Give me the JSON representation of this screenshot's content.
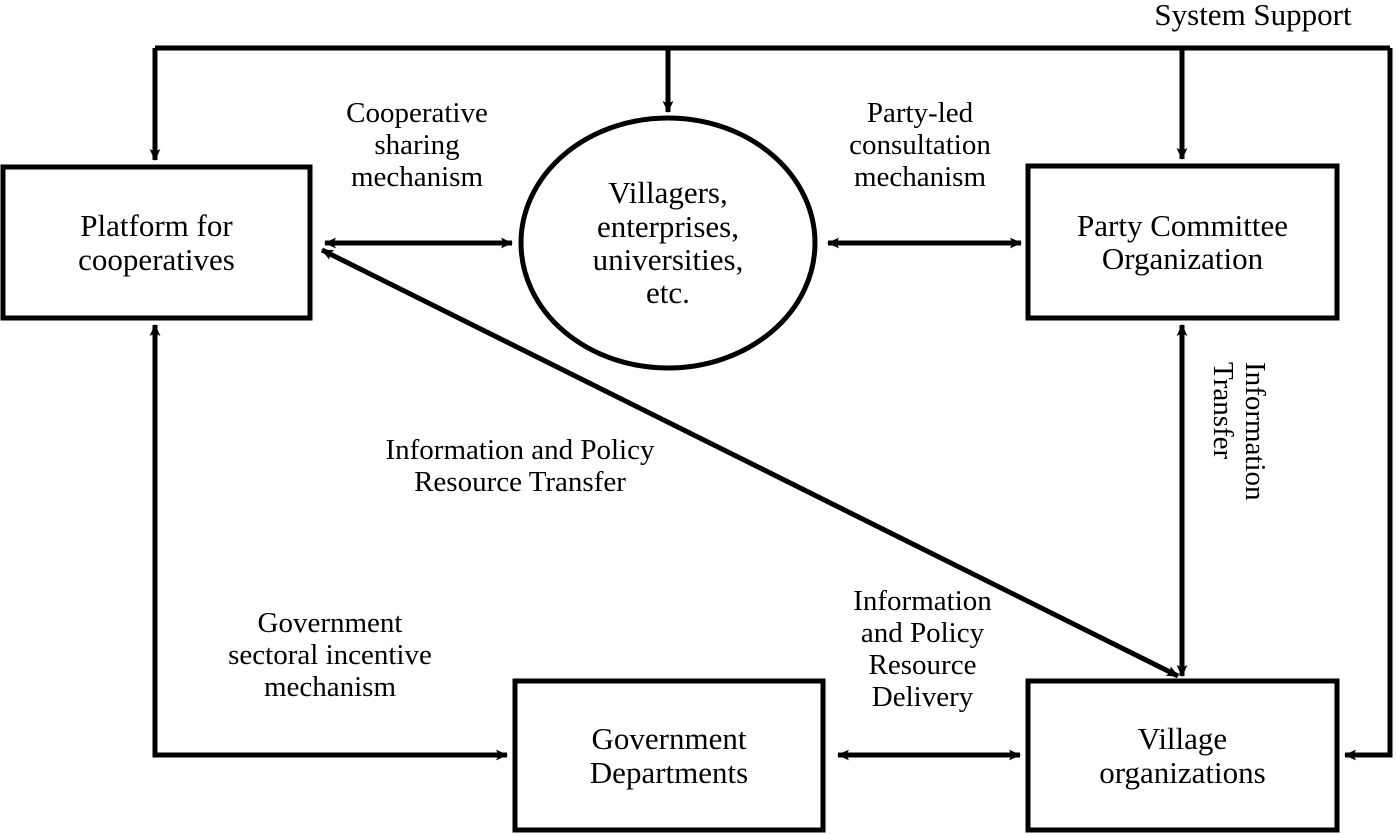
{
  "diagram": {
    "title": "System Support",
    "nodes": [
      {
        "id": "platform",
        "shape": "rect",
        "label": "Platform for\ncooperatives"
      },
      {
        "id": "stakeholders",
        "shape": "ellipse",
        "label": "Villagers,\nenterprises,\nuniversities,\netc."
      },
      {
        "id": "party",
        "shape": "rect",
        "label": "Party Committee\nOrganization"
      },
      {
        "id": "government",
        "shape": "rect",
        "label": "Government\nDepartments"
      },
      {
        "id": "village",
        "shape": "rect",
        "label": "Village\norganizations"
      }
    ],
    "edge_labels": {
      "cooperative_sharing": "Cooperative\nsharing\nmechanism",
      "party_led": "Party-led\nconsultation\nmechanism",
      "info_policy_transfer": "Information and Policy\nResource Transfer",
      "gov_incentive": "Government\nsectoral incentive\nmechanism",
      "info_policy_delivery": "Information\nand Policy\nResource\nDelivery",
      "info_transfer_vertical": "Information\nTransfer",
      "system_support": "System Support"
    },
    "colors": {
      "stroke": "#000000",
      "fill": "#ffffff",
      "text": "#000000"
    }
  }
}
